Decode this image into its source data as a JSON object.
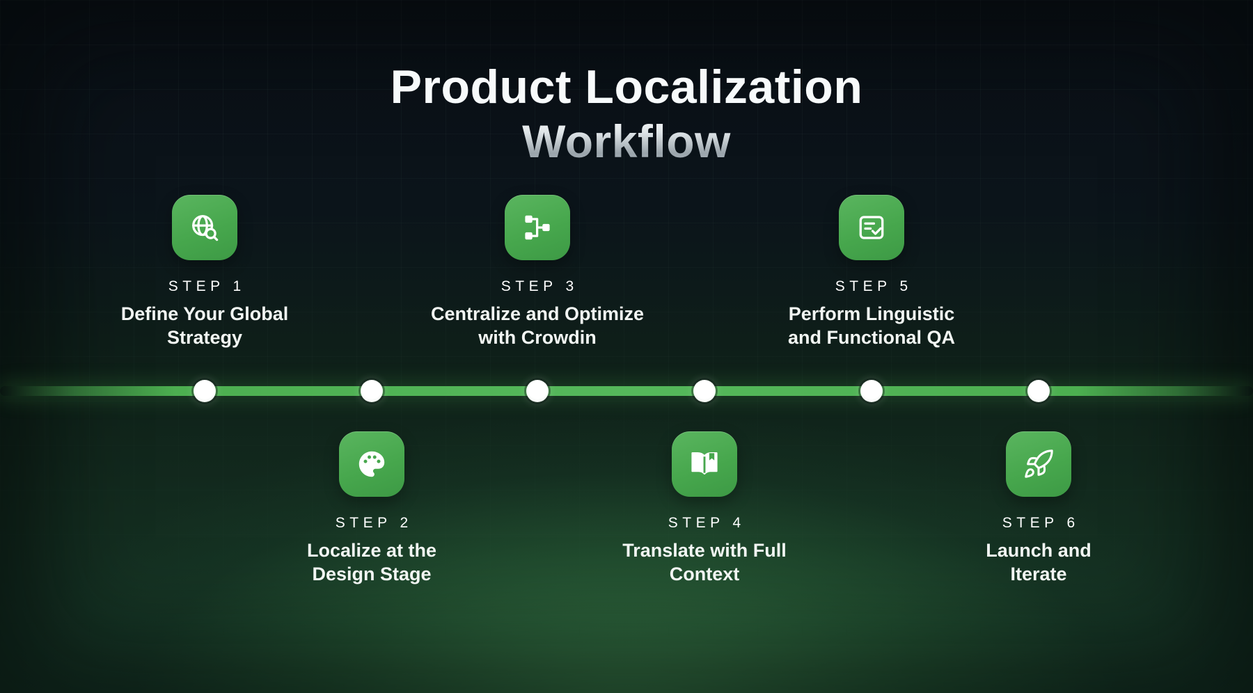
{
  "header": {
    "title_line1": "Product Localization",
    "title_line2": "Workflow"
  },
  "colors": {
    "accent_green": "#4CAF50",
    "icon_background": "#47A74D",
    "timeline_green": "#4CAF50",
    "node_white": "#FFFFFF",
    "background_dark": "#0A0F16",
    "background_glow_green": "#3A7D4A",
    "text_white": "#F2F6F3",
    "workflow_text_silver": "#B4BEC4"
  },
  "timeline": {
    "steps": [
      {
        "step_label": "STEP 1",
        "title_line1": "Define Your Global",
        "title_line2": "Strategy",
        "icon": "globe-search-icon",
        "position": "above"
      },
      {
        "step_label": "STEP 2",
        "title_line1": "Localize at the",
        "title_line2": "Design Stage",
        "icon": "palette-icon",
        "position": "below"
      },
      {
        "step_label": "STEP 3",
        "title_line1": "Centralize and Optimize",
        "title_line2": "with Crowdin",
        "icon": "workflow-nodes-icon",
        "position": "above"
      },
      {
        "step_label": "STEP 4",
        "title_line1": "Translate with Full",
        "title_line2": "Context",
        "icon": "open-book-icon",
        "position": "below"
      },
      {
        "step_label": "STEP 5",
        "title_line1": "Perform Linguistic",
        "title_line2": "and Functional QA",
        "icon": "checklist-icon",
        "position": "above"
      },
      {
        "step_label": "STEP 6",
        "title_line1": "Launch and",
        "title_line2": "Iterate",
        "icon": "rocket-icon",
        "position": "below"
      }
    ]
  }
}
